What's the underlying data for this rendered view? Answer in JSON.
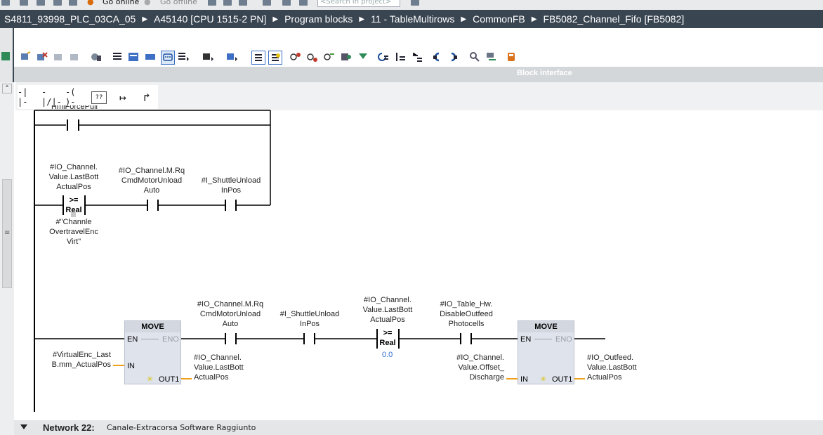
{
  "topbar": {
    "go_online": "Go online",
    "go_offline": "Go offline",
    "search_placeholder": "<Search in project>"
  },
  "breadcrumb": [
    "S4811_93998_PLC_03CA_05",
    "A45140 [CPU 1515-2 PN]",
    "Program blocks",
    "11 - TableMultirows",
    "CommonFB",
    "FB5082_Channel_Fifo [FB5082]"
  ],
  "interface_bar": {
    "label": "Block interface"
  },
  "lad_palette": [
    "-| |-",
    "-|/|-",
    "-( )-",
    "??",
    "↦",
    "↱"
  ],
  "colors": {
    "breadcrumb_bg": "#3a4552",
    "wire": "#000000",
    "box_fill": "#dfe3ec",
    "value_blue": "#2d6ccf",
    "pin_orange": "#f0a018"
  },
  "rung1": {
    "cut_label": "HmiForcePull",
    "cmp_operand": "#IO_Channel.\nValue.LastBott\nActualPos",
    "cmp_op": ">=",
    "cmp_type": "Real",
    "cmp_operand2": "#\"Channle\nOvertravelEnc\nVirt\"",
    "contact1": "#IO_Channel.M.Rq\nCmdMotorUnload\nAuto",
    "contact2": "#I_ShuttleUnload\nInPos"
  },
  "rung2": {
    "move1": {
      "title": "MOVE",
      "en": "EN",
      "eno": "ENO",
      "in_pin": "IN",
      "out_pin": "OUT1",
      "in_operand": "#VirtualEnc_Last\nB.mm_ActualPos",
      "out_operand": "#IO_Channel.\nValue.LastBott\nActualPos"
    },
    "contact1": "#IO_Channel.M.Rq\nCmdMotorUnload\nAuto",
    "contact2": "#I_ShuttleUnload\nInPos",
    "cmp_operand": "#IO_Channel.\nValue.LastBott\nActualPos",
    "cmp_op": ">=",
    "cmp_type": "Real",
    "cmp_value": "0.0",
    "contact3": "#IO_Table_Hw.\nDisableOutfeed\nPhotocells",
    "move2": {
      "title": "MOVE",
      "en": "EN",
      "eno": "ENO",
      "in_pin": "IN",
      "out_pin": "OUT1",
      "in_operand": "#IO_Channel.\nValue.Offset_\nDischarge",
      "out_operand": "#IO_Outfeed.\nValue.LastBott\nActualPos"
    }
  },
  "network": {
    "title": "Network 22:",
    "comment": "Canale-Extracorsa Software Raggiunto"
  }
}
